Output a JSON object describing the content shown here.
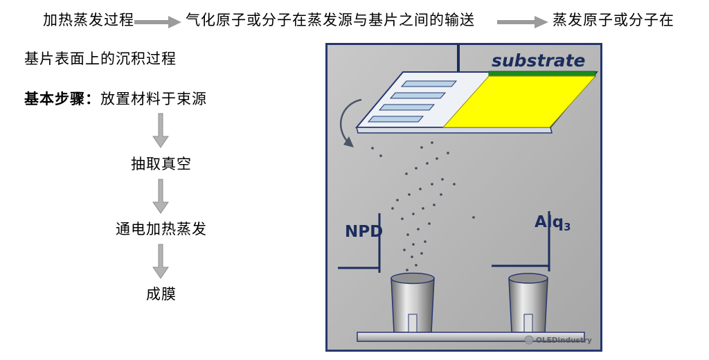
{
  "flow_top": {
    "step1": "加热蒸发过程",
    "step2": "气化原子或分子在蒸发源与基片之间的输送",
    "step3": "蒸发原子或分子在",
    "step3_cont": "基片表面上的沉积过程"
  },
  "basic_steps": {
    "heading": "基本步骤：",
    "step1": "放置材料于束源",
    "step2": "抽取真空",
    "step3": "通电加热蒸发",
    "step4": "成膜"
  },
  "chamber": {
    "substrate_label": "substrate",
    "left_source_label": "NPD",
    "right_source_label": "Alq",
    "right_source_subscript": "3",
    "watermark": {
      "icon": "round-logo",
      "label": "OLEDindustry"
    },
    "colors": {
      "chamber_background": "#b3b3b3",
      "chamber_border": "#26366f",
      "label_navy": "#1b2d5e",
      "substrate_yellow": "#ffff00",
      "substrate_edge_green": "#1e8a1e",
      "arrow_gray": "#9b9b9b"
    }
  }
}
